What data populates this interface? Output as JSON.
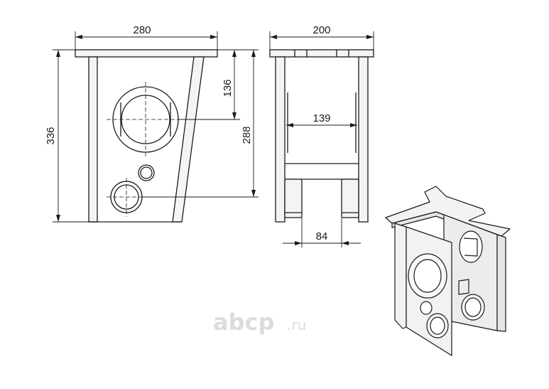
{
  "drawing": {
    "front_view": {
      "width_dim": "280",
      "height_dim": "336",
      "hole_offset_dim": "136",
      "lower_hole_dim": "288"
    },
    "side_view": {
      "width_dim": "200",
      "inner_dim": "139",
      "gap_dim": "84"
    }
  },
  "watermark": {
    "brand": "abcp",
    "tld": ".ru"
  },
  "colors": {
    "line": "#1a1a1a",
    "fill": "#f2f2f2",
    "watermark": "#dcdcdc"
  }
}
